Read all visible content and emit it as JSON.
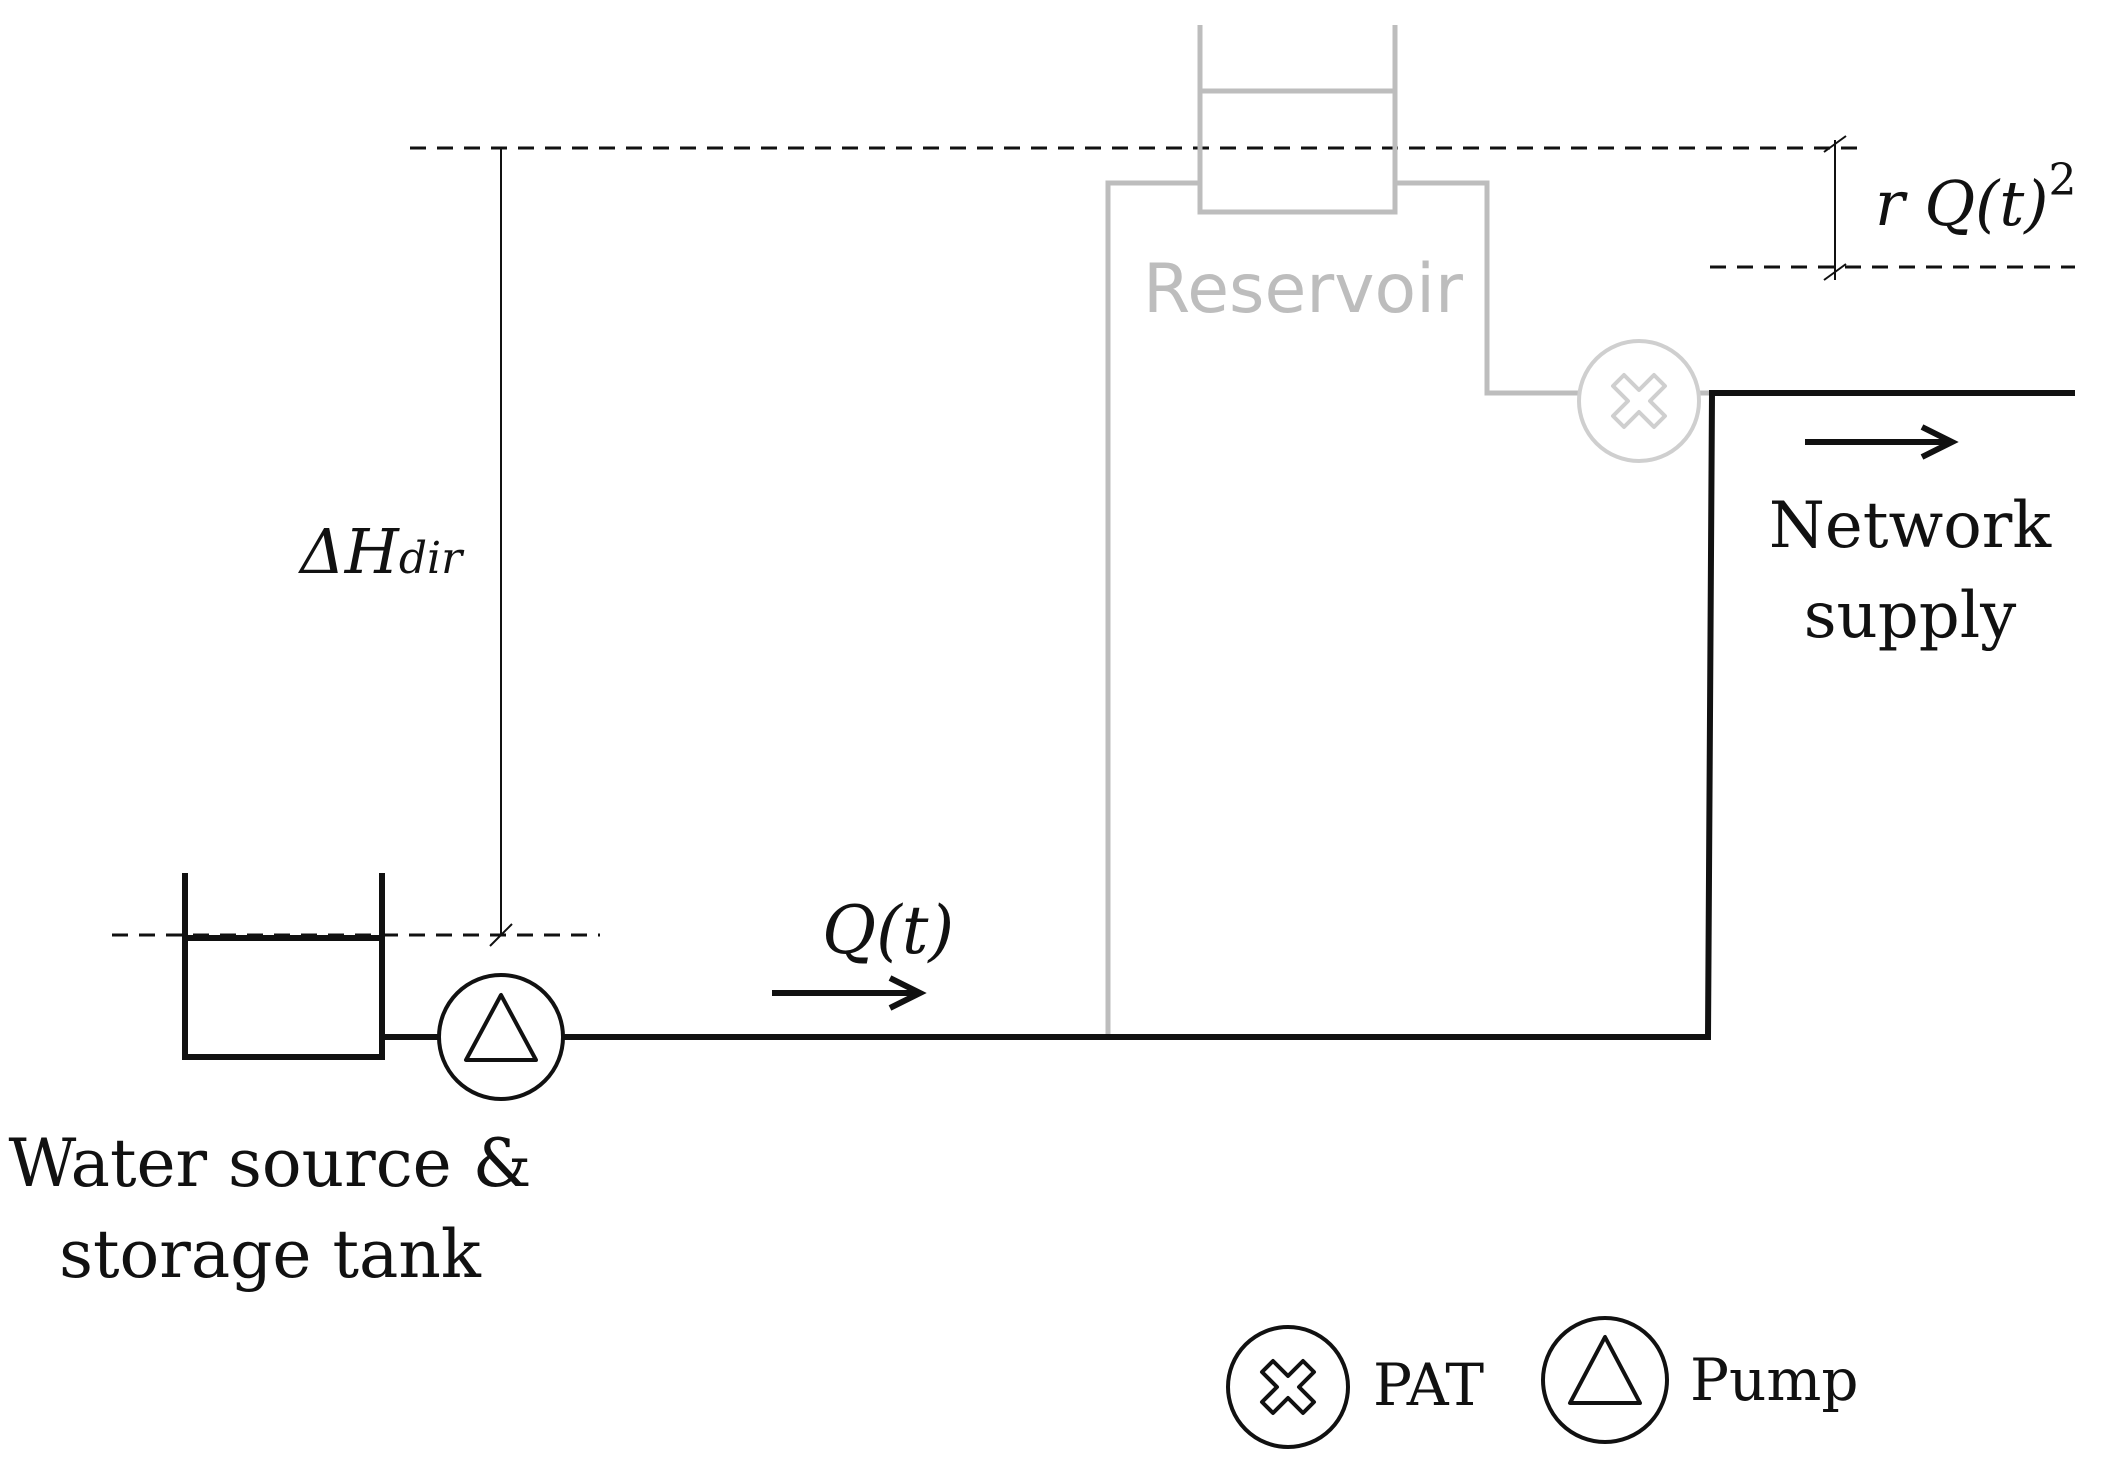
{
  "colors": {
    "ink": "#111111",
    "gray": "#bdbdbd",
    "background": "#ffffff"
  },
  "labels": {
    "reservoir": "Reservoir",
    "network_supply_line1": "Network",
    "network_supply_line2": "supply",
    "source_line1": "Water source &",
    "source_line2": "storage tank",
    "flow": "Q(t)",
    "head_delta": "ΔH",
    "head_delta_sub": "dir",
    "loss_prefix": "r Q(t)",
    "loss_exp": "2"
  },
  "legend": {
    "pat_label": "PAT",
    "pump_label": "Pump",
    "pat_icon": "pat-x-icon",
    "pump_icon": "pump-triangle-icon"
  }
}
